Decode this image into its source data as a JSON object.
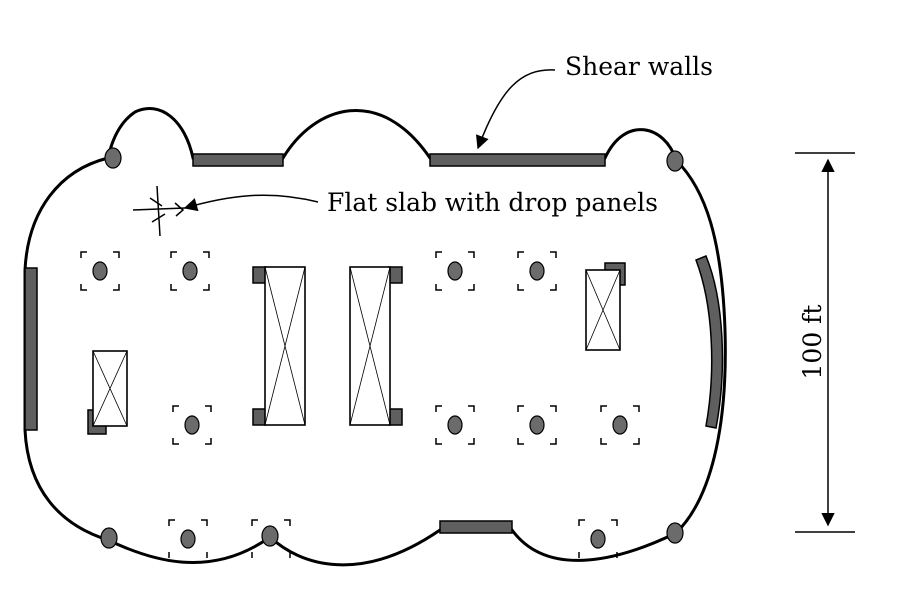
{
  "labels": {
    "shear_walls": "Shear walls",
    "flat_slab": "Flat slab with drop panels",
    "dimension": "100 ft"
  },
  "colors": {
    "wall": "#5f5f5f",
    "column": "#6b6b6b",
    "line": "#000000",
    "background": "#ffffff"
  }
}
